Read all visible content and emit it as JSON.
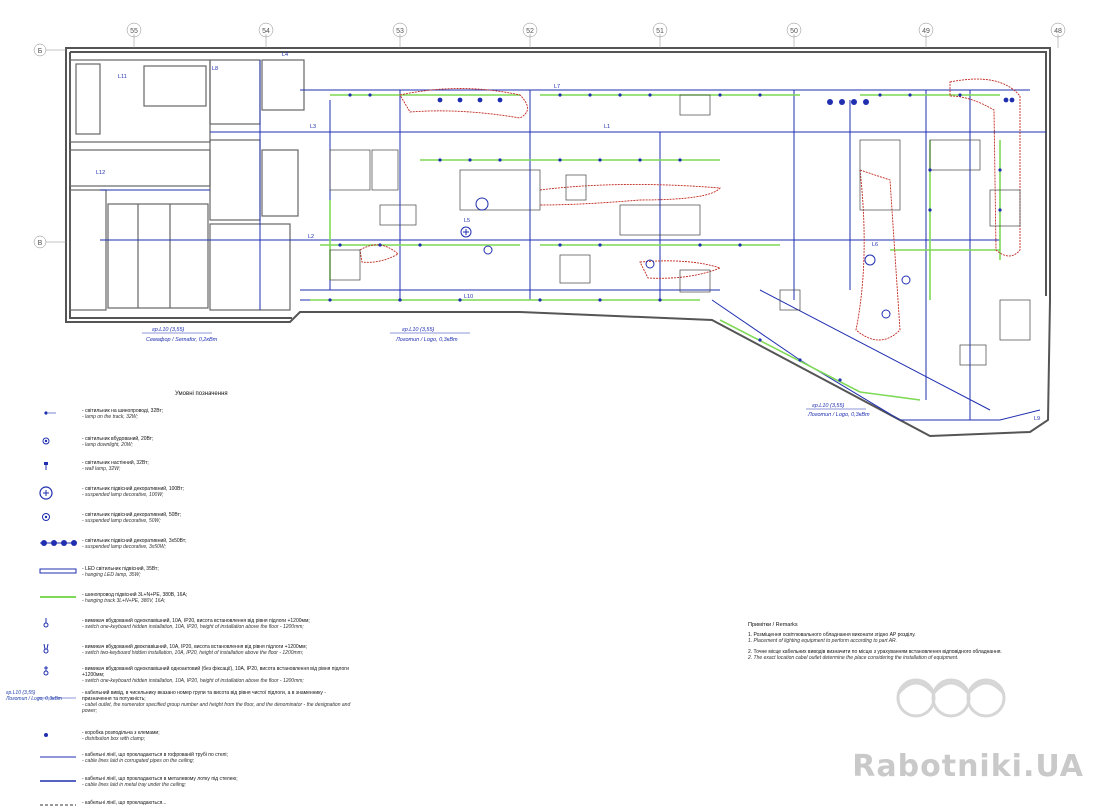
{
  "axes": {
    "top": [
      "55",
      "54",
      "53",
      "52",
      "51",
      "50",
      "49",
      "48"
    ],
    "left": [
      "Б",
      "В"
    ]
  },
  "plan_labels": [
    {
      "id": "gr_l10_a",
      "text": "гр.L10 (3,55)",
      "sub": "Семафор / Semafor, 0,2кВт"
    },
    {
      "id": "gr_l10_b",
      "text": "гр.L10 (3,55)",
      "sub": "Логотип / Logo, 0,3кВт"
    },
    {
      "id": "gr_l10_c",
      "text": "гр.L10 (3,55)",
      "sub": "Логотип / Logo, 0,3кВт"
    }
  ],
  "group_tags": [
    "L1",
    "L2",
    "L3",
    "L4",
    "L5",
    "L6",
    "L7",
    "L8",
    "L9",
    "L10",
    "L11",
    "L12"
  ],
  "legend": {
    "title": "Умовні позначення",
    "items": [
      {
        "sym": "track-lamp",
        "ua": "- світильник на шинопроводі, 32Вт;",
        "en": "- lamp on the track, 32W;"
      },
      {
        "sym": "downlight",
        "ua": "- світильник вбудований, 20Вт;",
        "en": "- lamp downlight, 20W;"
      },
      {
        "sym": "wall-lamp",
        "ua": "- світильник настінний, 32Вт;",
        "en": "- wall lamp, 32W;"
      },
      {
        "sym": "pendant-100",
        "ua": "- світильник підвісний декоративний, 100Вт;",
        "en": "- suspended lamp decorative, 100W;"
      },
      {
        "sym": "pendant-50",
        "ua": "- світильник підвісний декоративний, 50Вт;",
        "en": "- suspended lamp decorative, 50W;"
      },
      {
        "sym": "pendant-3x50",
        "ua": "- світильник підвісний декоративний, 3х50Вт;",
        "en": "- suspended lamp decorative, 3x50W;"
      },
      {
        "sym": "led-lamp",
        "ua": "- LED світильник підвісний, 35Вт;",
        "en": "- hanging LED lamp, 35W;"
      },
      {
        "sym": "track",
        "ua": "- шинопровод підвісний 3L+N+PE, 380В, 16А;",
        "en": "- hanging track 3L+N+PE, 380V, 16A;"
      },
      {
        "sym": "switch-1",
        "ua": "- вимикач вбудований одноклавішний, 10А, IP20, висота встановлення від рівня підлоги +1200мм;",
        "en": "- switch one-keyboard hidden installation, 10A, IP20, height of installation above the floor - 1200mm;"
      },
      {
        "sym": "switch-2",
        "ua": "- вимикач вбудований двоклавішний, 10А, IP20, висота встановлення від рівня підлоги +1200мм;",
        "en": "- switch two-keyboard hidden installation, 10A, IP20, height of installation above the floor - 1200mm;"
      },
      {
        "sym": "switch-1c",
        "ua": "- вимикач вбудований одноклавішний одноактовий (без фіксації), 10А, IP20, висота встановлення від рівня підлоги +1200мм;",
        "en": "- switch one-keyboard hidden installation, 10A, IP20, height of installation above the floor - 1200mm;"
      },
      {
        "sym": "cable-outlet",
        "ua": "- кабельний вивід, в чисельнику вказано номер групи та висота від рівня чистої підлоги, а в знаменнику - призначення та потужність;",
        "en": "- cabel outlet, the numerator specified group number and height from the floor, and the denominator - the designation and power;"
      },
      {
        "sym": "box",
        "ua": "- коробка розподільча з клемами;",
        "en": "- distribution box with clamp;"
      },
      {
        "sym": "cable-ceiling",
        "ua": "- кабельні лінії, що прокладаються в гофрованій трубі по стелі;",
        "en": "- cable lines laid in corrugated pipes on the ceiling;"
      },
      {
        "sym": "cable-tray",
        "ua": "- кабельні лінії, що прокладаються в металевому лотку під стелею;",
        "en": "- cable lines laid in metal tray under the ceiling;"
      },
      {
        "sym": "cable-other",
        "ua": "- кабельні лінії, що прокладаються...",
        "en": ""
      }
    ]
  },
  "side_note": {
    "line1": "гр.L10 (3,55)",
    "line2": "Логотип / Logo, 0,3кВт"
  },
  "remarks": {
    "title": "Примітки / Remarks",
    "r1_ua": "1. Розміщення освітлювального обладнання виконати згідно АР розділу.",
    "r1_en": "1. Placement of lighting equipment to perform according to part AR.",
    "r2_ua": "2. Точне місце кабельних виводів визначити по місцю з урахуванням встановлення відповідного обладнання.",
    "r2_en": "2. The exact location cabel outlet determine the place considering the installation of equipment."
  },
  "watermark": "Rabotniki.UA",
  "colors": {
    "track": "#7ed957",
    "cable": "#1f2fb0",
    "wall": "#555555",
    "red": "#c0281f",
    "ink": "#222222"
  }
}
